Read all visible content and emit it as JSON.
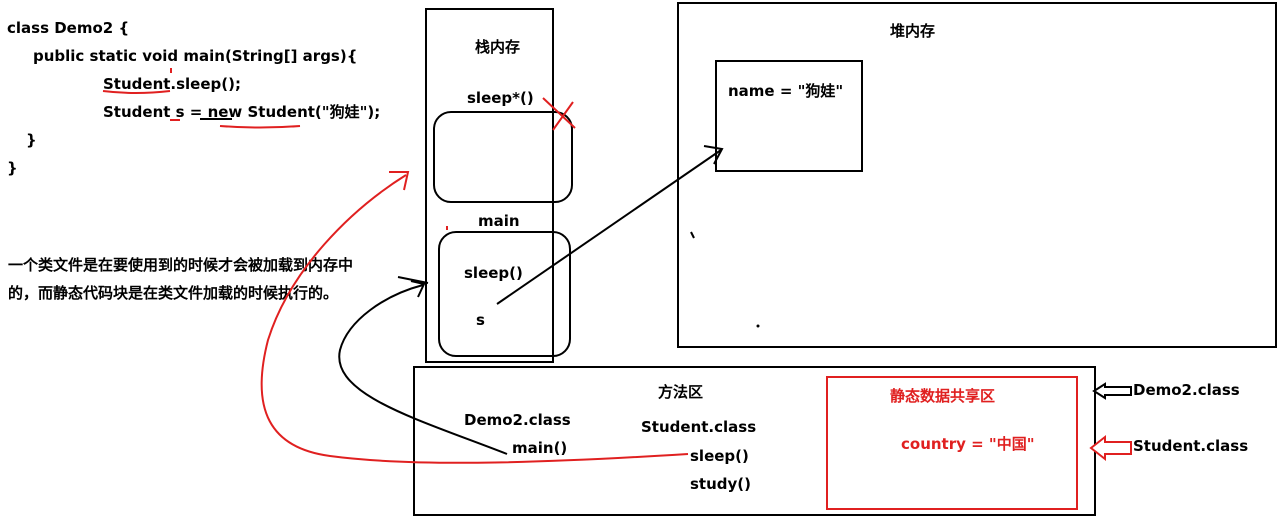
{
  "code": {
    "line1": "class Demo2 {",
    "line2": "public static void main(String[] args){",
    "line3": "Student.sleep();",
    "line4": "Student s = new Student(\"狗娃\");",
    "line5": "}",
    "line6": "}"
  },
  "note": {
    "line1": "一个类文件是在要使用到的时候才会被加载到内存中",
    "line2": "的，而静态代码块是在类文件加载的时候执行的。"
  },
  "stack": {
    "title": "栈内存",
    "frame_sleep_label": "sleep*()",
    "frame_main_label": "main",
    "main_sleep": "sleep()",
    "main_var": "s"
  },
  "heap": {
    "title": "堆内存",
    "object_field": "name = \"狗娃\""
  },
  "method_area": {
    "title": "方法区",
    "demo2_class": "Demo2.class",
    "demo2_main": "main()",
    "student_class": "Student.class",
    "student_sleep": "sleep()",
    "student_study": "study()",
    "static_area_title": "静态数据共享区",
    "static_field": "country = \"中国\""
  },
  "side_labels": {
    "demo2": "Demo2.class",
    "student": "Student.class"
  },
  "colors": {
    "ink": "#000000",
    "red": "#e02020"
  }
}
